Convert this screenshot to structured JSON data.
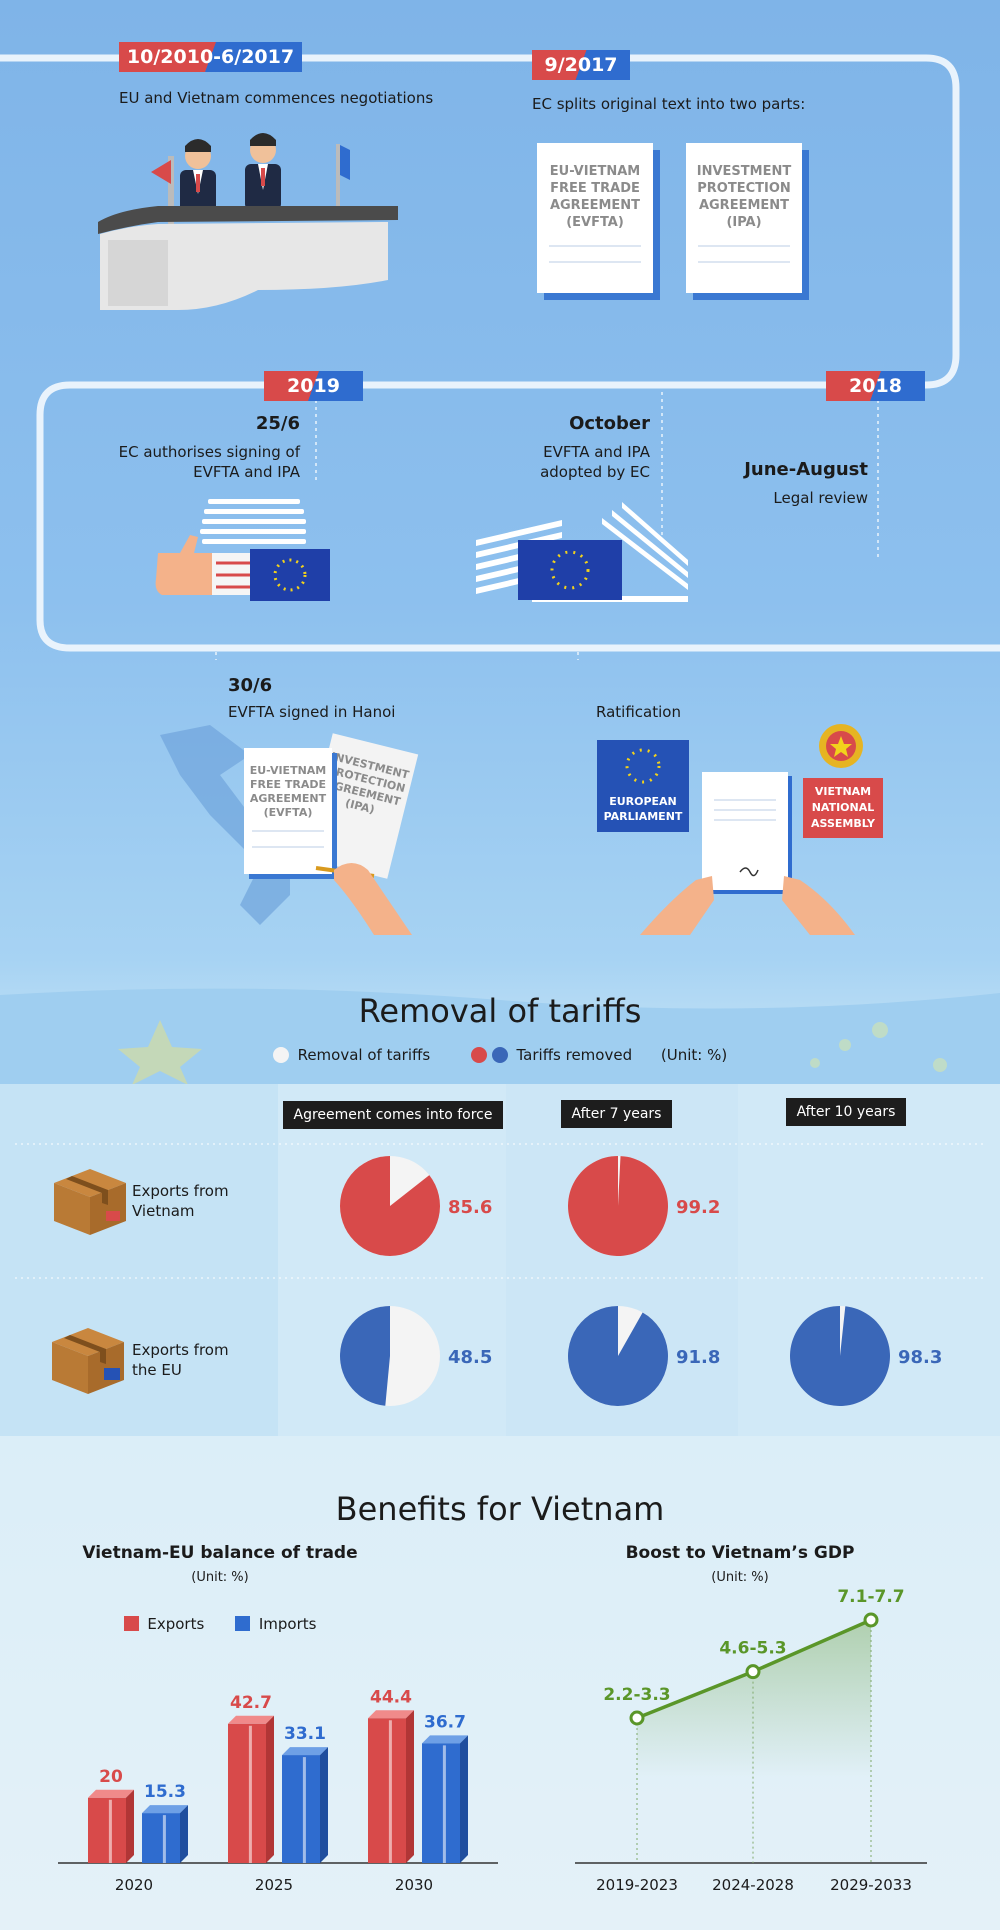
{
  "timeline": {
    "e1": {
      "date": "10/2010-6/2017",
      "text": "EU and Vietnam commences negotiations"
    },
    "e2": {
      "date": "9/2017",
      "text": "EC splits original text into two parts:",
      "doc1": "EU-VIETNAM FREE TRADE AGREEMENT (EVFTA)",
      "doc2": "INVESTMENT PROTECTION AGREEMENT (IPA)"
    },
    "y2019": "2019",
    "y2018": "2018",
    "e3": {
      "date": "25/6",
      "text1": "EC authorises signing of",
      "text2": "EVFTA and IPA"
    },
    "e4": {
      "date": "October",
      "text1": "EVFTA and IPA",
      "text2": "adopted by EC"
    },
    "e5": {
      "date": "June-August",
      "text": "Legal review"
    },
    "e6": {
      "date": "30/6",
      "text": "EVFTA signed in Hanoi",
      "doc1": "EU-VIETNAM FREE TRADE AGREEMENT (EVFTA)",
      "doc2": "INVESTMENT PROTECTION AGREEMENT (IPA)"
    },
    "e7": {
      "text": "Ratification",
      "ep": "EUROPEAN PARLIAMENT",
      "na": "VIETNAM NATIONAL ASSEMBLY"
    }
  },
  "tariffs": {
    "title": "Removal of tariffs",
    "legend_removal": "Removal of tariffs",
    "legend_removed": "Tariffs removed",
    "unit": "(Unit: %)",
    "columns": [
      "Agreement comes into force",
      "After 7 years",
      "After 10 years"
    ],
    "rows": [
      {
        "label1": "Exports from",
        "label2": "Vietnam",
        "color": "#d84a4a",
        "values": [
          85.6,
          99.2,
          null
        ]
      },
      {
        "label1": "Exports from",
        "label2": "the EU",
        "color": "#3a67b8",
        "values": [
          48.5,
          91.8,
          98.3
        ]
      }
    ]
  },
  "benefits": {
    "title": "Benefits for Vietnam",
    "trade_title": "Vietnam-EU balance of trade",
    "trade_unit": "(Unit: %)",
    "gdp_title": "Boost to Vietnam’s GDP",
    "gdp_unit": "(Unit: %)"
  },
  "chart_data": [
    {
      "type": "bar",
      "title": "Vietnam-EU balance of trade",
      "unit": "(Unit: %)",
      "categories": [
        "2020",
        "2025",
        "2030"
      ],
      "series": [
        {
          "name": "Exports",
          "color": "#d84a4a",
          "values": [
            20,
            42.7,
            44.4
          ]
        },
        {
          "name": "Imports",
          "color": "#2f6ccf",
          "values": [
            15.3,
            33.1,
            36.7
          ]
        }
      ],
      "ylim": [
        0,
        50
      ],
      "legend": "top"
    },
    {
      "type": "line",
      "title": "Boost to Vietnam’s GDP",
      "unit": "(Unit: %)",
      "categories": [
        "2019-2023",
        "2024-2028",
        "2029-2033"
      ],
      "labels": [
        "2.2-3.3",
        "4.6-5.3",
        "7.1-7.7"
      ],
      "low": [
        2.2,
        4.6,
        7.1
      ],
      "high": [
        3.3,
        5.3,
        7.7
      ],
      "color": "#5a9629"
    }
  ]
}
